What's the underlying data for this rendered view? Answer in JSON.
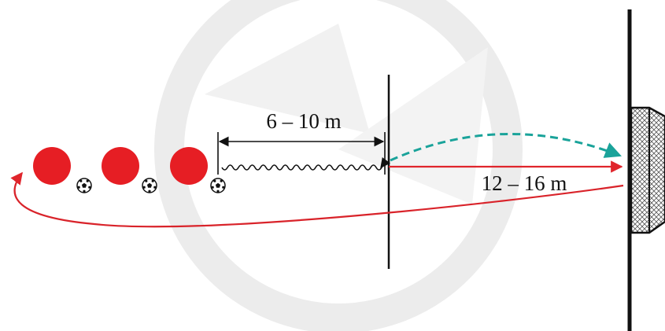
{
  "diagram": {
    "label_short_distance": "6 – 10 m",
    "label_long_distance": "12 – 16 m"
  },
  "colors": {
    "player": "#e61e24",
    "shot_arrow": "#e0252c",
    "return_path": "#d9232a",
    "lob_pass": "#1aa39a",
    "line": "#111111",
    "watermark": "#e6e6e6"
  },
  "icons": {
    "player": "red-circle-player",
    "ball": "soccer-ball-icon",
    "goal": "goal-net-icon"
  }
}
